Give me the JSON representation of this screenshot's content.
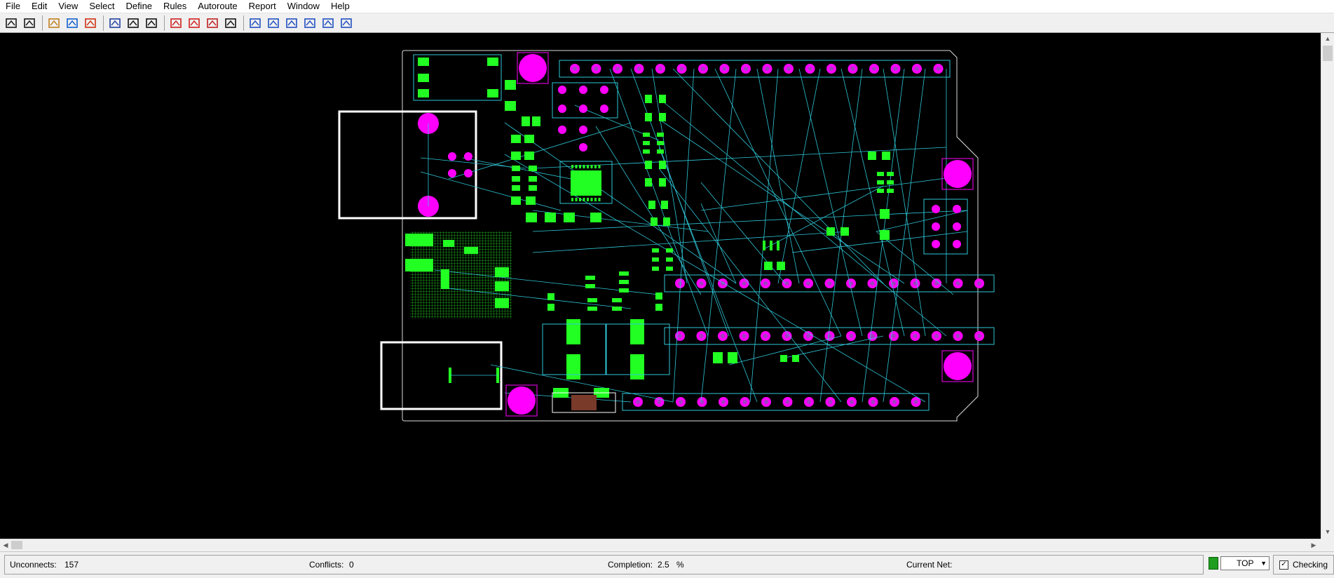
{
  "menu": [
    "File",
    "Edit",
    "View",
    "Select",
    "Define",
    "Rules",
    "Autoroute",
    "Report",
    "Window",
    "Help"
  ],
  "toolbar": {
    "icons": [
      "grid-icon",
      "netlist-icon",
      "highlight-icon",
      "globe-icon",
      "layers-icon",
      "document-icon",
      "check-icon",
      "measure-icon",
      "route-dashed-icon",
      "route-icon-2",
      "route-icon-3",
      "route-icon-4",
      "move-icon",
      "push-icon",
      "shove-icon",
      "autoroute-icon",
      "fanout-icon",
      "smooth-icon"
    ]
  },
  "status": {
    "unconnects_label": "Unconnects:",
    "unconnects_value": "157",
    "conflicts_label": "Conflicts:",
    "conflicts_value": "0",
    "completion_label": "Completion:",
    "completion_value": "2.5",
    "completion_unit": "%",
    "current_net_label": "Current Net:",
    "layer": "TOP",
    "checking_label": "Checking"
  },
  "colors": {
    "board_bg": "#000000",
    "pad_green": "#22ff22",
    "pad_magenta": "#ff00ff",
    "ratsnest": "#2ec7d8",
    "outline": "#dddddd"
  }
}
